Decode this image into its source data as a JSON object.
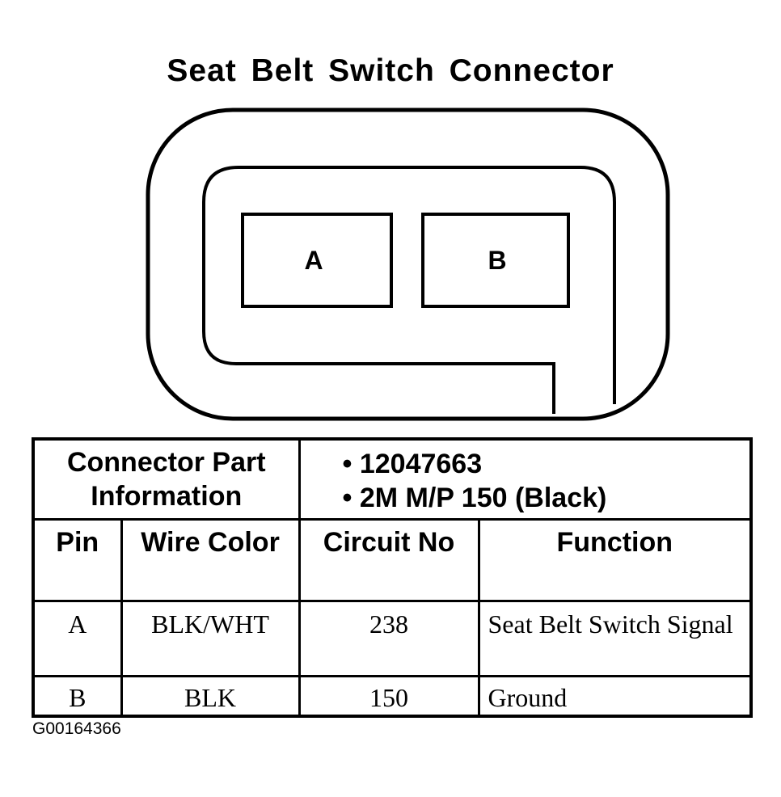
{
  "title": "Seat Belt Switch Connector",
  "connector": {
    "cavities": [
      {
        "label": "A"
      },
      {
        "label": "B"
      }
    ]
  },
  "table": {
    "part_info_label": "Connector Part Information",
    "part_numbers": [
      "• 12047663",
      "• 2M M/P 150 (Black)"
    ],
    "headers": {
      "pin": "Pin",
      "wire_color": "Wire Color",
      "circuit_no": "Circuit No",
      "function": "Function"
    },
    "rows": [
      {
        "pin": "A",
        "wire_color": "BLK/WHT",
        "circuit_no": "238",
        "function": "Seat Belt Switch Signal"
      },
      {
        "pin": "B",
        "wire_color": "BLK",
        "circuit_no": "150",
        "function": "Ground"
      }
    ]
  },
  "figure_id": "G00164366"
}
